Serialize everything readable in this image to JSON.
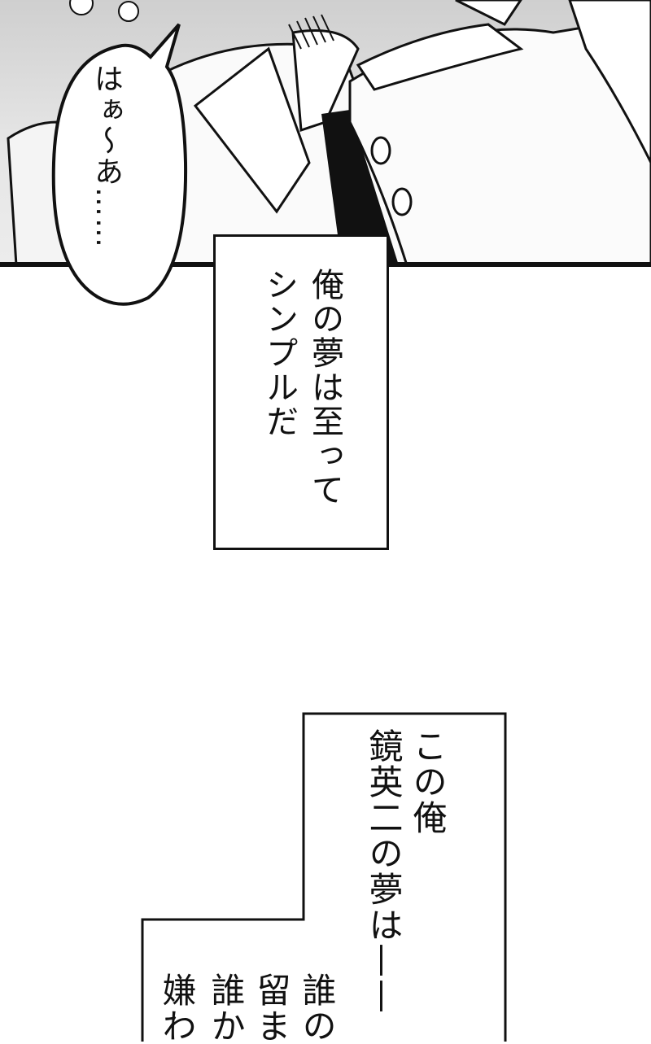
{
  "speech_bubble": {
    "text": "はぁ〜あ……"
  },
  "narration_1": {
    "lines": [
      "俺の夢は至って",
      "シンプルだ"
    ]
  },
  "narration_2": {
    "lines": [
      "この俺",
      "鏡英二の夢は——",
      "誰の",
      "留ま",
      "誰か",
      "嫌わ"
    ]
  },
  "colors": {
    "ink": "#111111",
    "paper": "#ffffff",
    "screentone": "#d9d9d9"
  }
}
